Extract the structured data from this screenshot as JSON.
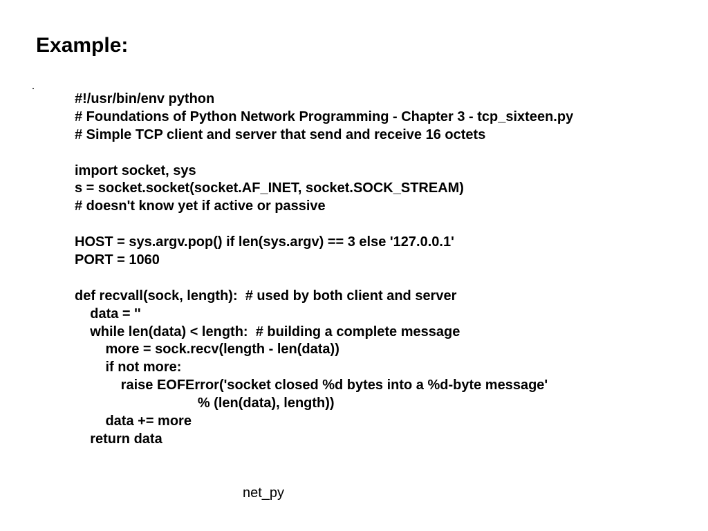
{
  "slide": {
    "title": "Example:",
    "footer": "net_py"
  },
  "code": {
    "lines": [
      "#!/usr/bin/env python",
      "# Foundations of Python Network Programming - Chapter 3 - tcp_sixteen.py",
      "# Simple TCP client and server that send and receive 16 octets",
      "",
      "import socket, sys",
      "s = socket.socket(socket.AF_INET, socket.SOCK_STREAM)",
      "# doesn't know yet if active or passive",
      "",
      "HOST = sys.argv.pop() if len(sys.argv) == 3 else '127.0.0.1'",
      "PORT = 1060",
      "",
      "def recvall(sock, length):  # used by both client and server",
      "    data = ''",
      "    while len(data) < length:  # building a complete message",
      "        more = sock.recv(length - len(data))",
      "        if not more:",
      "            raise EOFError('socket closed %d bytes into a %d-byte message'",
      "                                % (len(data), length))",
      "        data += more",
      "    return data"
    ]
  }
}
